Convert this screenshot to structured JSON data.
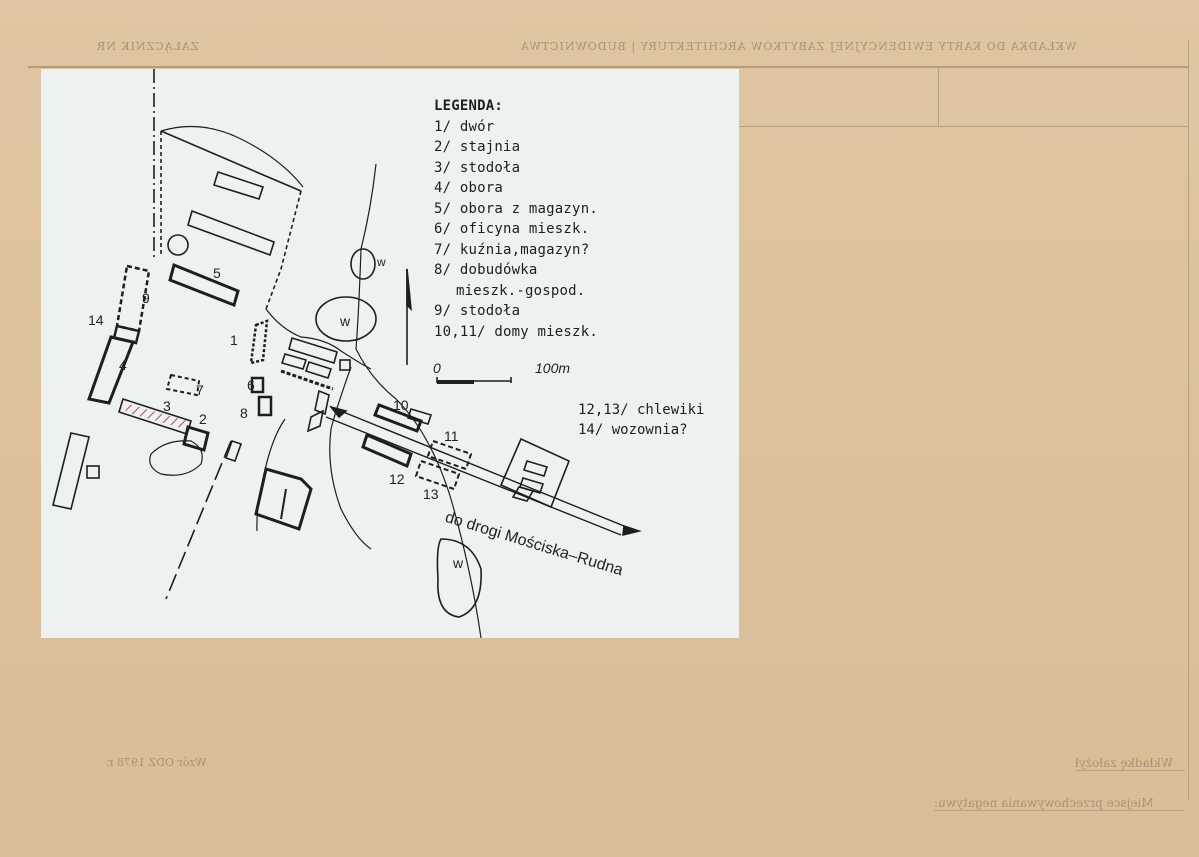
{
  "header": {
    "title_mirrored": "WKŁADKA DO KARTY EWIDENCYJNEJ ZABYTKÓW ARCHITEKTURY | BUDOWNICTWA",
    "annex_mirrored": "ZAŁĄCZNIK NR"
  },
  "footer": {
    "form_mirrored": "Wzór ODZ 1978 r.",
    "made_by_mirrored": "Wkładkę założył",
    "storage_mirrored": "Miejsce przechowywania negatywu:"
  },
  "legend": {
    "title": "LEGENDA:",
    "items": [
      "1/ dwór",
      "2/ stajnia",
      "3/ stodoła",
      "4/ obora",
      "5/ obora z magazyn.",
      "6/ oficyna mieszk.",
      "7/ kuźnia,magazyn?",
      "8/ dobudówka",
      "mieszk.-gospod.",
      "9/ stodoła",
      "10,11/ domy mieszk."
    ],
    "extra": [
      "12,13/ chlewiki",
      "14/ wozownia?"
    ]
  },
  "scale": {
    "start": "0",
    "end": "100m"
  },
  "road_label": "do drogi Mościska–Rudna",
  "map_labels": {
    "n1": "1",
    "n2": "2",
    "n3": "3",
    "n4": "4",
    "n5": "5",
    "n6": "6",
    "n7": "7",
    "n8": "8",
    "n9": "9",
    "n10": "10",
    "n11": "11",
    "n12": "12",
    "n13": "13",
    "n14": "14",
    "w1": "w",
    "w2": "w",
    "w3": "w"
  },
  "colors": {
    "card": "#dcc19c",
    "map_bg": "#eef1f2",
    "ink": "#1e1e1e",
    "hatch": "#d04040"
  }
}
